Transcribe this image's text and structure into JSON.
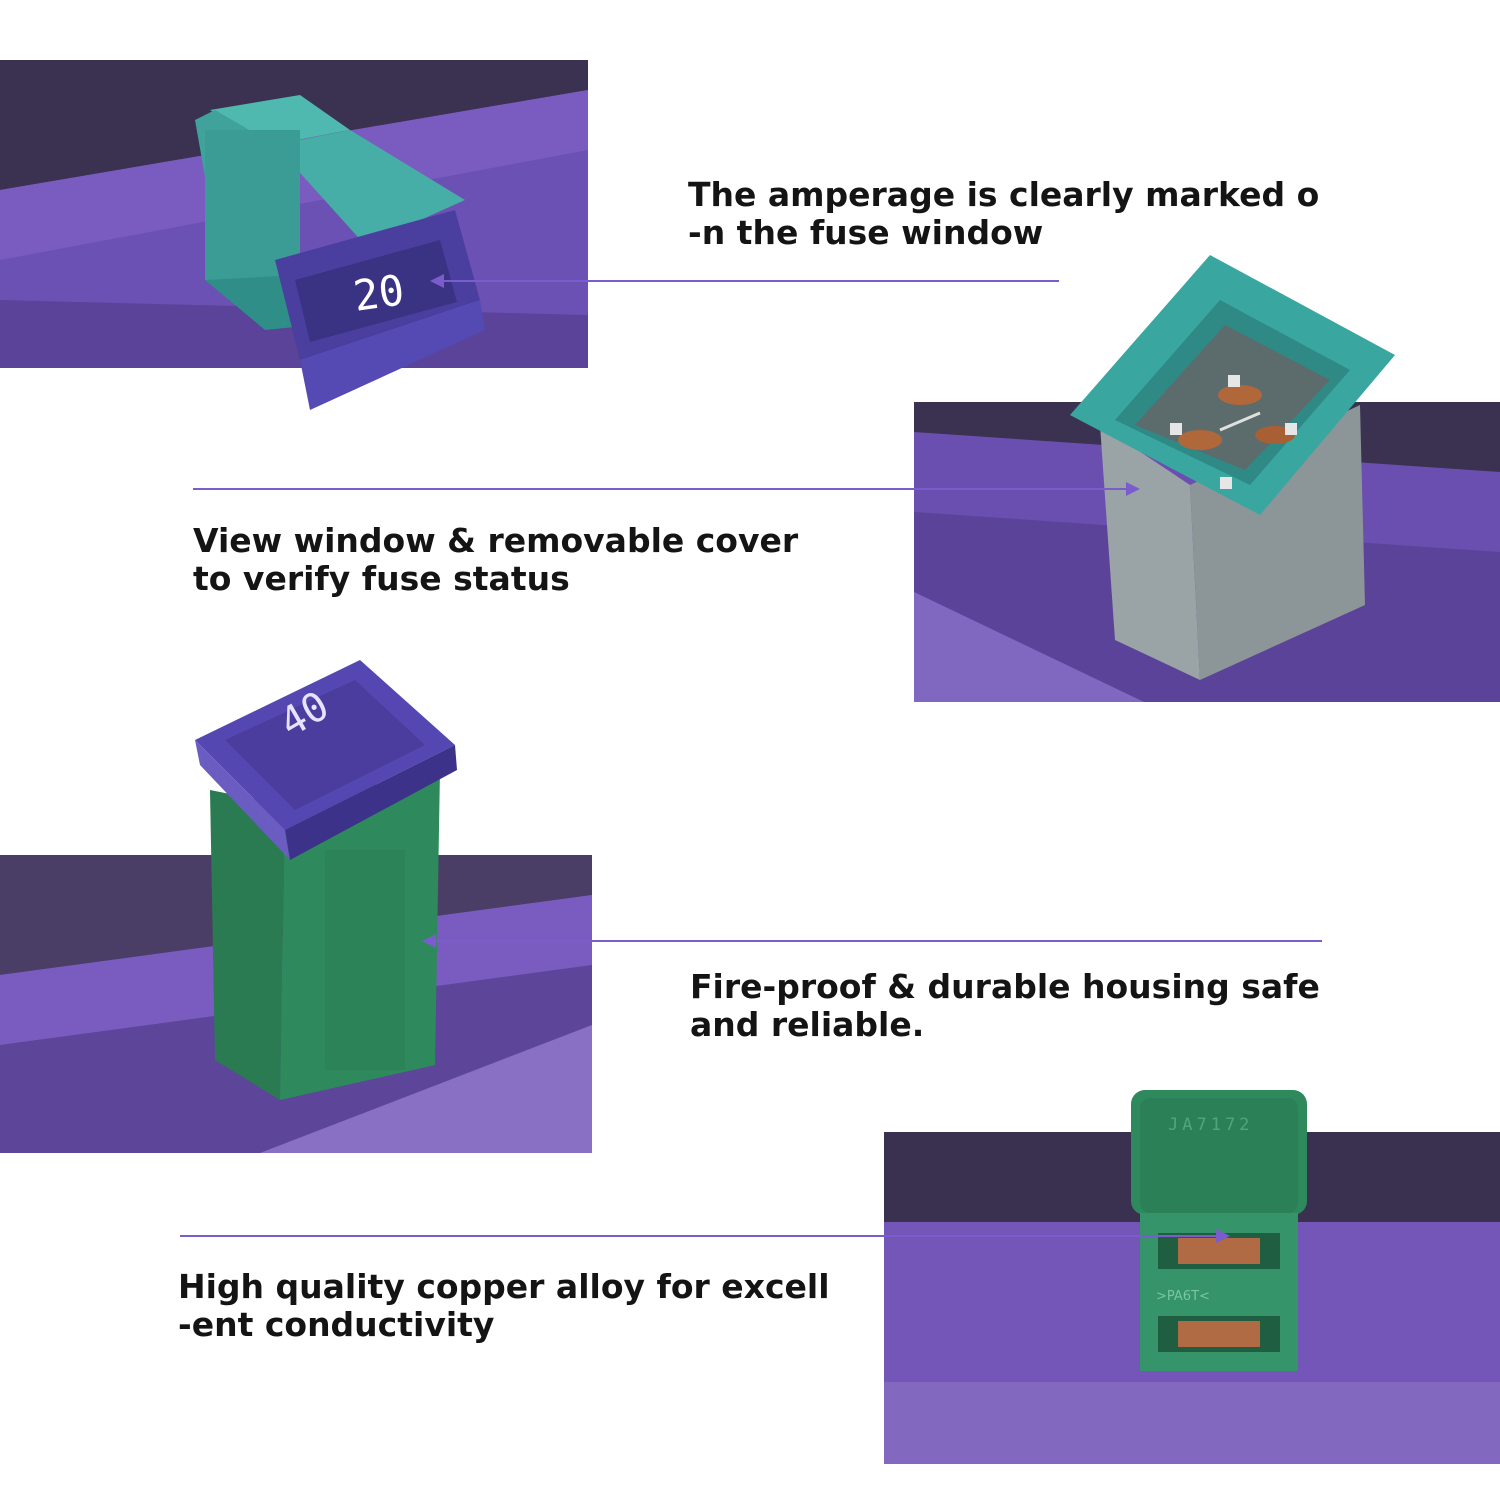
{
  "features": [
    {
      "lines": [
        "The amperage is clearly marked o",
        "-n the fuse window"
      ]
    },
    {
      "lines": [
        "View window & removable cover",
        "to verify fuse status"
      ]
    },
    {
      "lines": [
        "Fire-proof & durable housing safe",
        "and reliable."
      ]
    },
    {
      "lines": [
        "High quality copper alloy for excell",
        "-ent conductivity"
      ]
    }
  ],
  "fuse_labels": {
    "fuse1_rating": "20",
    "fuse3_rating": "40",
    "fuse4_mark_top": "JA7172",
    "fuse4_mark_mid": ">PA6T<"
  },
  "colors": {
    "accent_line": "#7a5ccc",
    "panel_purple": "#6b4fb0",
    "panel_dark": "#3a3050",
    "fuse_teal": "#3aa6a0",
    "fuse_green": "#2e8a5c",
    "window_purple": "#4a3d9e"
  }
}
